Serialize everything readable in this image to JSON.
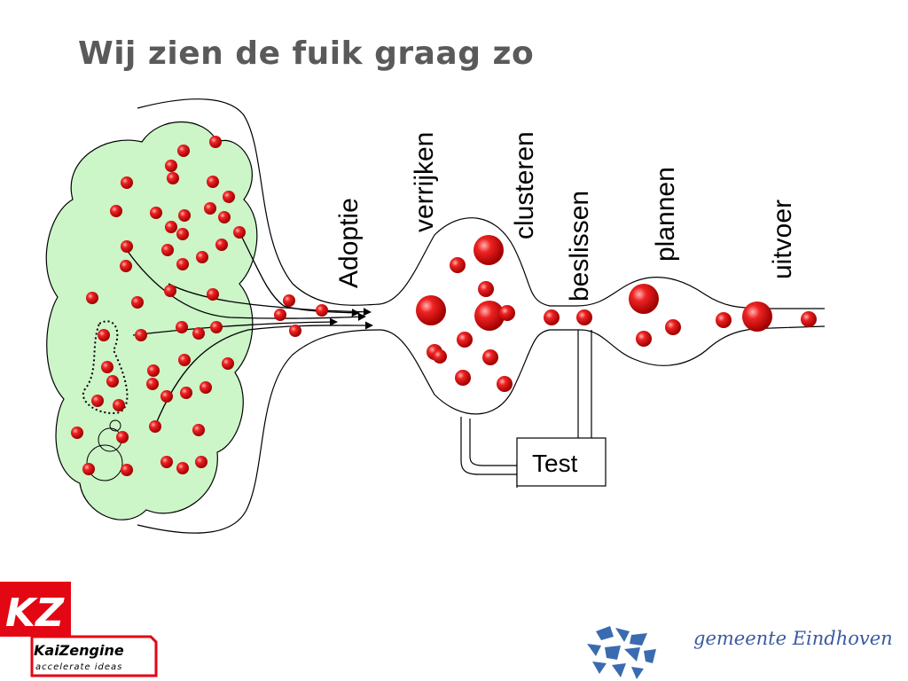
{
  "title": "Wij zien de fuik graag zo",
  "stages": {
    "adoptie": "Adoptie",
    "verrijken": "verrijken",
    "clusteren": "clusteren",
    "beslissen": "beslissen",
    "plannen": "plannen",
    "uitvoer": "uitvoer"
  },
  "test_label": "Test",
  "logos": {
    "kaizengine_name": "KaiZengine",
    "kaizengine_tagline": "accelerate ideas",
    "kaizengine_mark": "KZ",
    "eindhoven": "gemeente Eindhoven"
  },
  "colors": {
    "cloud": "#ccf5c8",
    "ball": "#e31b23",
    "accent": "#e30613",
    "eindhoven": "#3a5aa0"
  }
}
